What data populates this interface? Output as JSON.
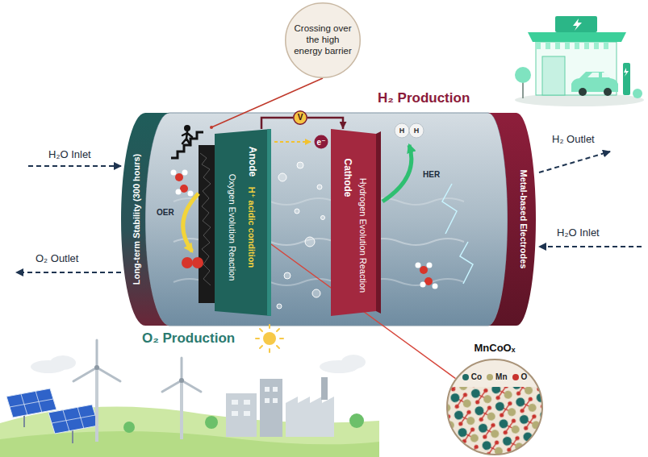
{
  "diagram": {
    "nodes": [
      {
        "text": [
          "Crossing over the high energy barrier"
        ]
      },
      {
        "text": [
          "Long-term Stability (300 hours)"
        ]
      },
      {
        "text": [
          "Anode",
          "H⁺ acidic condition",
          "Oxygen Evolution Reaction"
        ]
      },
      {
        "text": [
          "V"
        ]
      },
      {
        "text": [
          "Cathode",
          "Hydrogen Evolution Reaction"
        ]
      },
      {
        "text": [
          "Metal-based Electrodes"
        ]
      },
      {
        "text": [
          "MnCoOₓ"
        ]
      }
    ],
    "edges": [
      {
        "from": 2,
        "to": 3,
        "arrow": "none"
      },
      {
        "from": 3,
        "to": 4,
        "arrow": "to"
      },
      {
        "from": 6,
        "to": 2,
        "arrow": "none"
      }
    ],
    "labels": [
      "H₂ Production",
      "O₂ Production",
      "H₂O Inlet",
      "O₂ Outlet",
      "H₂ Outlet",
      "H₂O Inlet",
      "OER",
      "HER",
      "e⁻",
      "H",
      "H"
    ],
    "legend": [
      {
        "text": "Co",
        "color": "#1e6b66"
      },
      {
        "text": "Mn",
        "color": "#b3ad75"
      },
      {
        "text": "O",
        "color": "#c8332e"
      }
    ]
  }
}
